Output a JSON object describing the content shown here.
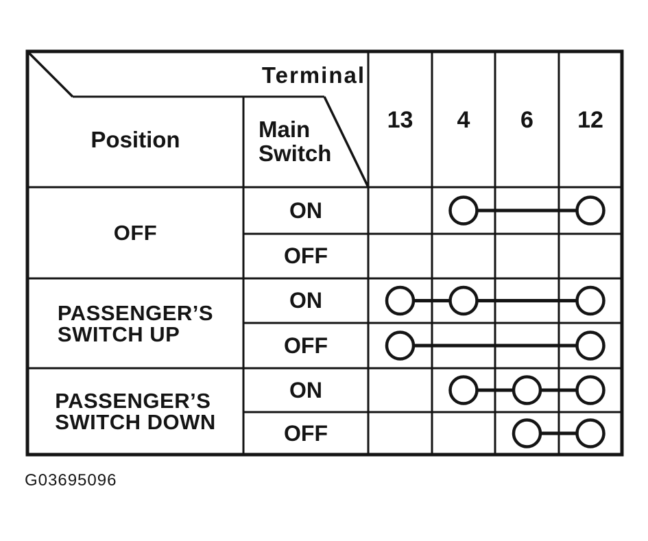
{
  "colors": {
    "ink": "#141414",
    "background": "#ffffff"
  },
  "header": {
    "corner_top_label": "Terminal",
    "corner_left_label": "Position",
    "corner_mid_label": "Main\nSwitch",
    "terminals": [
      "13",
      "4",
      "6",
      "12"
    ]
  },
  "groups": [
    {
      "position_label": "OFF",
      "rows": [
        {
          "main_switch": "ON",
          "connections": [
            "4",
            "12"
          ]
        },
        {
          "main_switch": "OFF",
          "connections": []
        }
      ]
    },
    {
      "position_label": "PASSENGER’S\nSWITCH UP",
      "rows": [
        {
          "main_switch": "ON",
          "connections": [
            "13",
            "4",
            "12"
          ]
        },
        {
          "main_switch": "OFF",
          "connections": [
            "13",
            "12"
          ]
        }
      ]
    },
    {
      "position_label": "PASSENGER’S\nSWITCH DOWN",
      "rows": [
        {
          "main_switch": "ON",
          "connections": [
            "4",
            "6",
            "12"
          ]
        },
        {
          "main_switch": "OFF",
          "connections": [
            "6",
            "12"
          ]
        }
      ]
    }
  ],
  "caption": "G03695096"
}
